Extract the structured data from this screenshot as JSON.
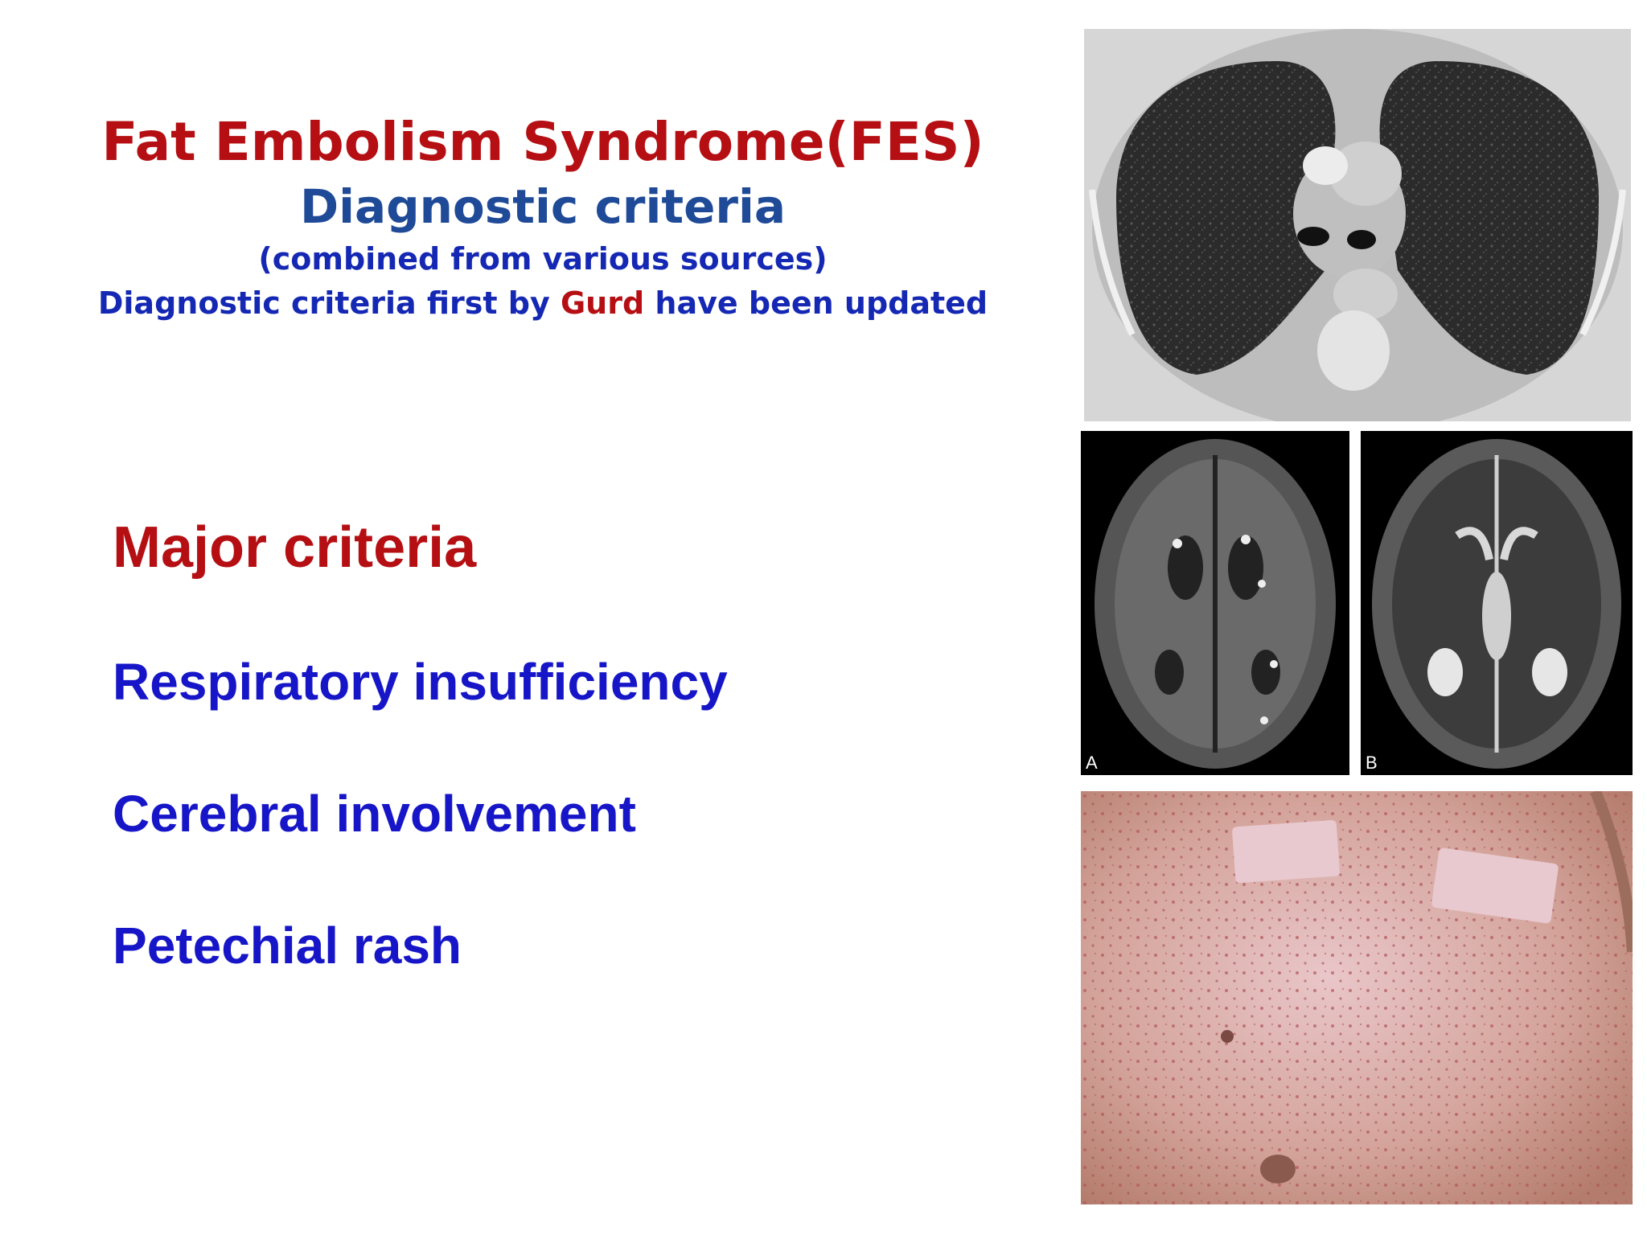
{
  "header": {
    "title": "Fat Embolism Syndrome(FES)",
    "subtitle": "Diagnostic criteria",
    "sources_note": "(combined from various sources)",
    "updated_prefix": "Diagnostic criteria first by ",
    "updated_name": "Gurd",
    "updated_suffix": " have been updated"
  },
  "criteria": {
    "heading": "Major criteria",
    "items": [
      "Respiratory insufficiency",
      "Cerebral involvement",
      "Petechial rash"
    ]
  },
  "images": {
    "mri_a_label": "A",
    "mri_b_label": "B"
  },
  "colors": {
    "title_red": "#b50f13",
    "subtitle_blue": "#1f4a97",
    "body_blue": "#1616c8"
  }
}
